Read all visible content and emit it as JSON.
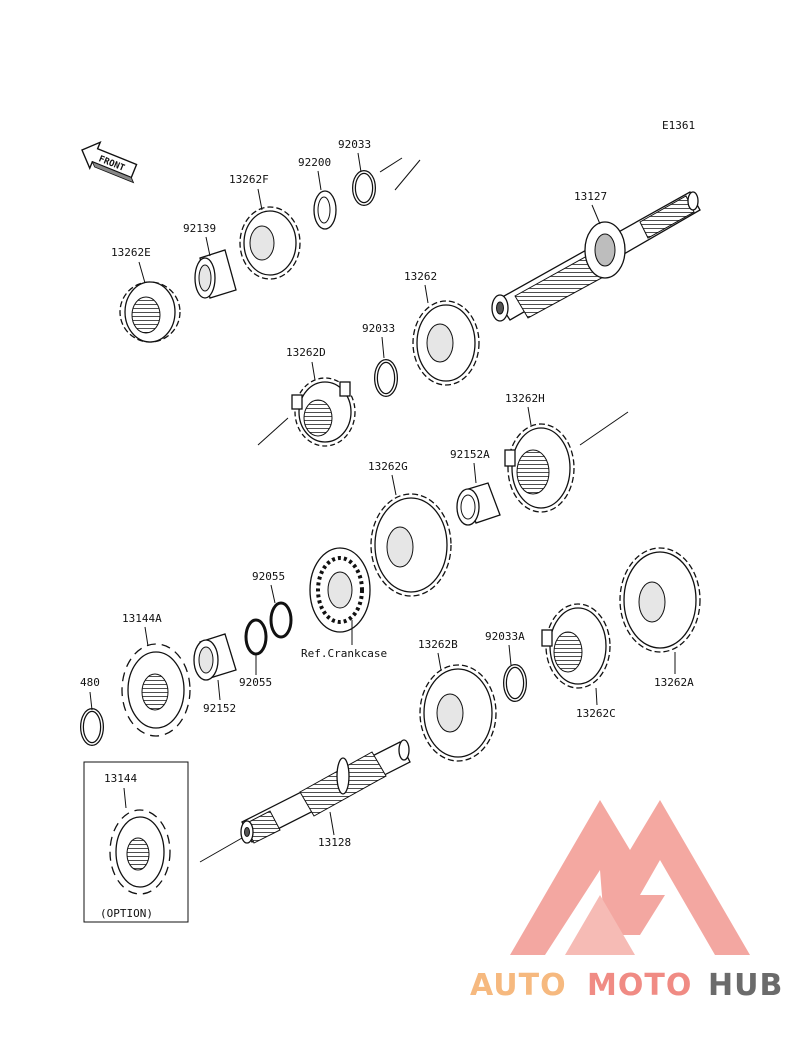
{
  "diagram_code": "E1361",
  "front_label": "FRONT",
  "option_label": "(OPTION)",
  "ref_note": "Ref.Crankcase",
  "parts": {
    "p92033_top": "92033",
    "p92200": "92200",
    "p13262F": "13262F",
    "p92139": "92139",
    "p13262E": "13262E",
    "p13127": "13127",
    "p13262": "13262",
    "p92033_mid": "92033",
    "p13262D": "13262D",
    "p13262H": "13262H",
    "p92152A": "92152A",
    "p13262G": "13262G",
    "p92055_top": "92055",
    "p92055_bot": "92055",
    "p13144A": "13144A",
    "p480": "480",
    "p92152": "92152",
    "p13262B": "13262B",
    "p92033A": "92033A",
    "p13262C": "13262C",
    "p13262A": "13262A",
    "p13128": "13128",
    "p13144": "13144"
  },
  "watermark": {
    "part1": "AUTO",
    "part2": "MOTO",
    "part3": "HUB",
    "colors": {
      "part1": "#f6b97f",
      "part2": "#f08b84",
      "part3": "#6b6b6b",
      "logo": "#f3a39c"
    }
  }
}
